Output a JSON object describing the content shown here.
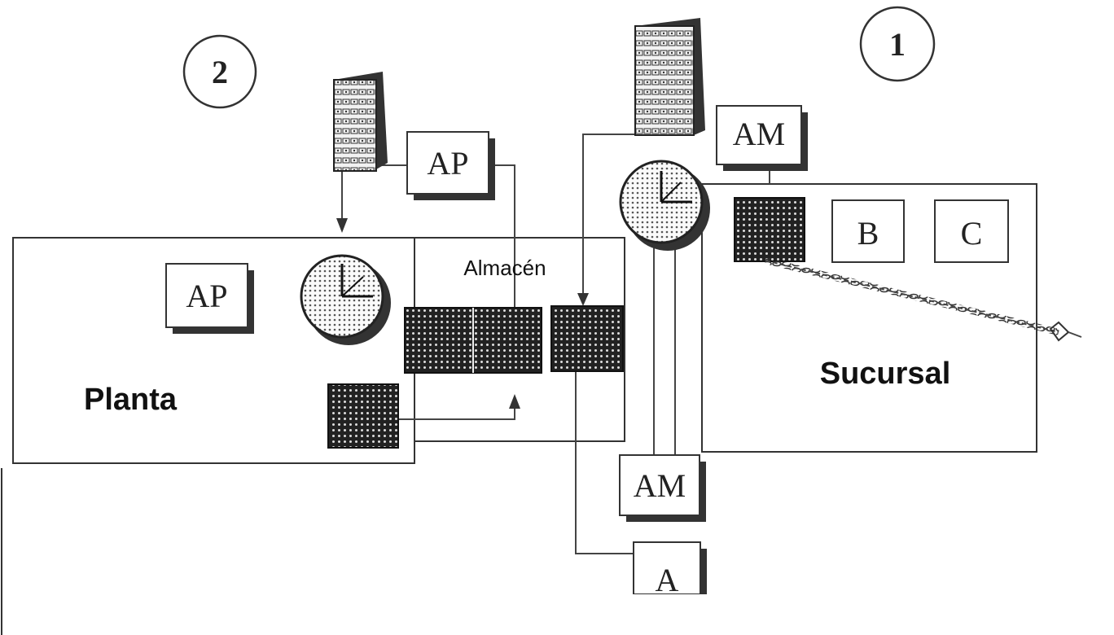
{
  "markers": {
    "one": "1",
    "two": "2"
  },
  "regions": {
    "planta": "Planta",
    "almacen": "Almacén",
    "sucursal": "Sucursal"
  },
  "boxes": {
    "ap_top": "AP",
    "ap_planta": "AP",
    "am_top": "AM",
    "am_bottom": "AM",
    "b": "B",
    "c": "C",
    "a": "A"
  }
}
